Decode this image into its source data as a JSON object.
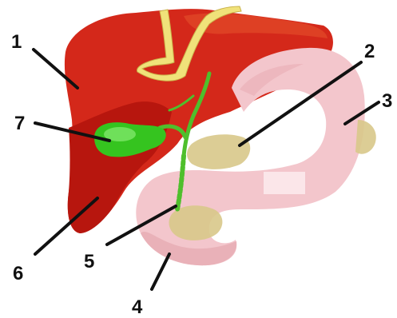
{
  "labels": {
    "n1": "1",
    "n2": "2",
    "n3": "3",
    "n4": "4",
    "n5": "5",
    "n6": "6",
    "n7": "7"
  },
  "colors": {
    "liver_dark": "#b7160e",
    "liver": "#d4281a",
    "liver_light": "#e24a2a",
    "duodenum": "#f3c6cc",
    "duodenum_shade": "#e9b1b8",
    "pancreas": "#d8c889",
    "gallbladder": "#35c41f",
    "gallbladder_light": "#6fe05a",
    "ducts": "#4fbf2c",
    "ligament": "#f0e27a",
    "leader_line": "#111111"
  }
}
